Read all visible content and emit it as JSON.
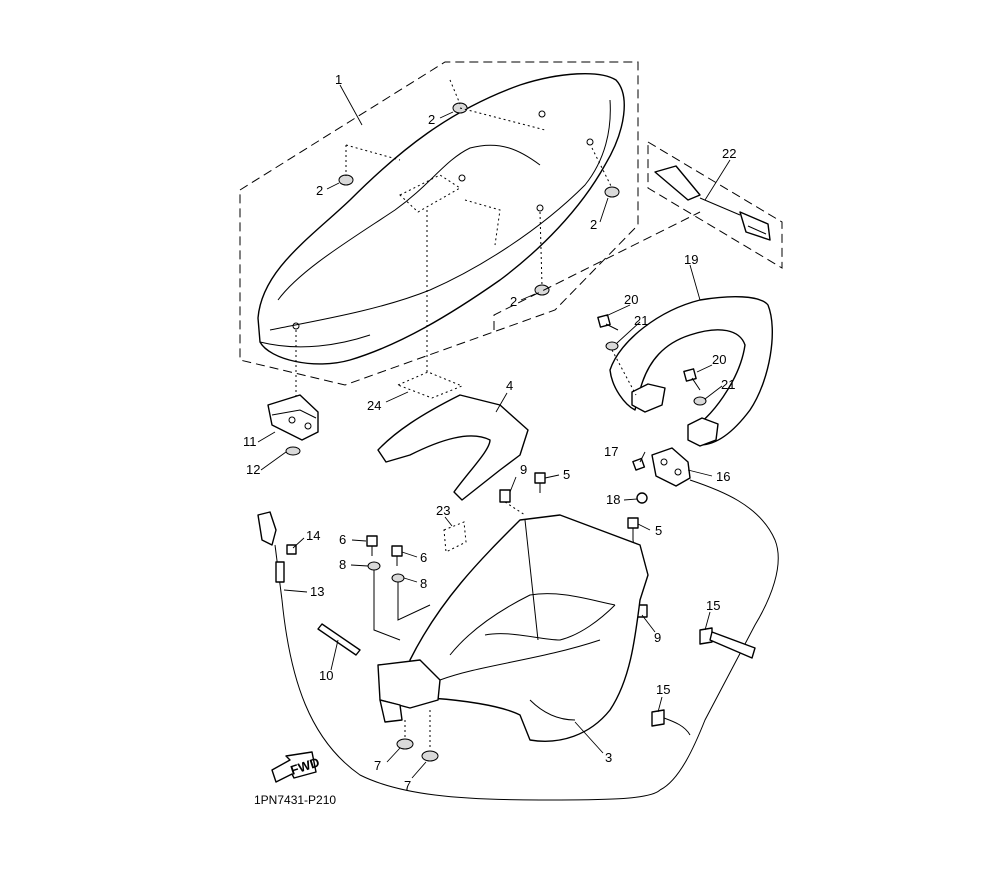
{
  "diagram": {
    "code": "1PN7431-P210",
    "fwd_label": "FWD",
    "parts": [
      {
        "id": "seat",
        "number": "1"
      },
      {
        "id": "damper-a",
        "number": "2"
      },
      {
        "id": "damper-b",
        "number": "2"
      },
      {
        "id": "damper-c",
        "number": "2"
      },
      {
        "id": "damper-d",
        "number": "2"
      },
      {
        "id": "storage-box",
        "number": "3"
      },
      {
        "id": "cover",
        "number": "4"
      },
      {
        "id": "bolt-a",
        "number": "5"
      },
      {
        "id": "bolt-b",
        "number": "5"
      },
      {
        "id": "bolt-c",
        "number": "6"
      },
      {
        "id": "bolt-d",
        "number": "6"
      },
      {
        "id": "grommet-a",
        "number": "7"
      },
      {
        "id": "grommet-b",
        "number": "7"
      },
      {
        "id": "washer-a",
        "number": "8"
      },
      {
        "id": "washer-b",
        "number": "8"
      },
      {
        "id": "nut-a",
        "number": "9"
      },
      {
        "id": "nut-b",
        "number": "9"
      },
      {
        "id": "pin",
        "number": "10"
      },
      {
        "id": "hinge",
        "number": "11"
      },
      {
        "id": "collar",
        "number": "12"
      },
      {
        "id": "cable",
        "number": "13"
      },
      {
        "id": "screw",
        "number": "14"
      },
      {
        "id": "clamp-a",
        "number": "15"
      },
      {
        "id": "clamp-b",
        "number": "15"
      },
      {
        "id": "lock",
        "number": "16"
      },
      {
        "id": "bolt-e",
        "number": "17"
      },
      {
        "id": "nut-c",
        "number": "18"
      },
      {
        "id": "grab-bar",
        "number": "19"
      },
      {
        "id": "bolt-f",
        "number": "20"
      },
      {
        "id": "bolt-g",
        "number": "20"
      },
      {
        "id": "washer-c",
        "number": "21"
      },
      {
        "id": "washer-d",
        "number": "21"
      },
      {
        "id": "tool-kit",
        "number": "22"
      },
      {
        "id": "label-a",
        "number": "23"
      },
      {
        "id": "label-b",
        "number": "24"
      }
    ]
  }
}
